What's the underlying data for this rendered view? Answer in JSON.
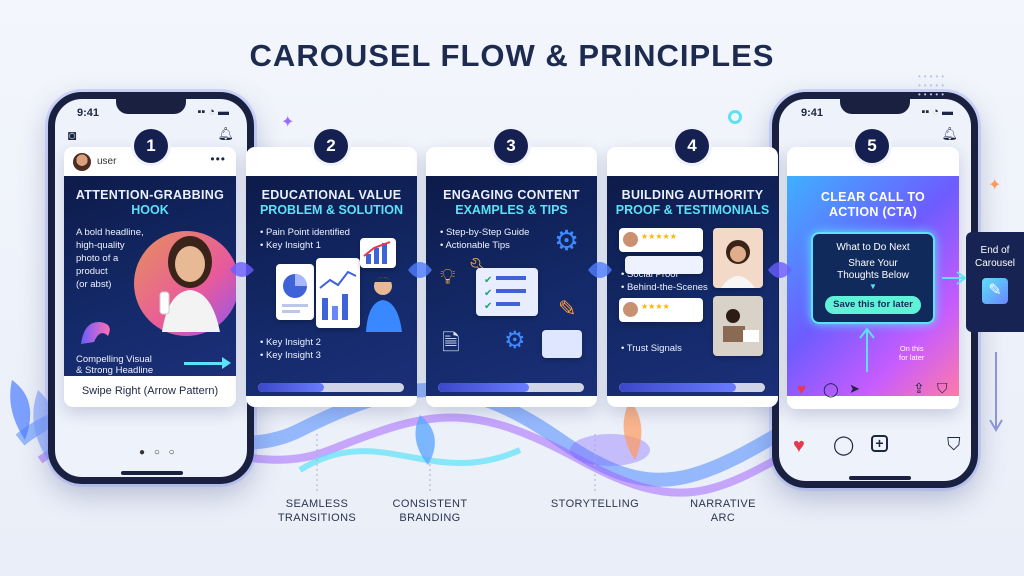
{
  "title": "CAROUSEL FLOW & PRINCIPLES",
  "colors": {
    "navy": "#152050",
    "cyan": "#5ce1f7",
    "bg": "#eef2fa"
  },
  "steps": [
    {
      "num": "1",
      "user": "user",
      "line1": "ATTENTION-GRABBING",
      "line2": "HOOK",
      "desc": [
        "A bold headline,",
        "high-quality",
        "photo of a",
        "product",
        "(or abst)"
      ],
      "bottom": [
        "Compelling Visual",
        "& Strong Headline"
      ],
      "footer": "Swipe Right (Arrow Pattern)"
    },
    {
      "num": "2",
      "line1": "EDUCATIONAL VALUE",
      "line2": "PROBLEM & SOLUTION",
      "bullets": [
        "Pain Point identified",
        "Key Insight 1"
      ],
      "bullets2": [
        "Key Insight 2",
        "Key Insight 3"
      ],
      "progress": 0.45
    },
    {
      "num": "3",
      "line1": "ENGAGING CONTENT",
      "line2": "EXAMPLES & TIPS",
      "bullets": [
        "Step-by-Step Guide",
        "Actionable Tips"
      ],
      "progress": 0.62
    },
    {
      "num": "4",
      "line1": "BUILDING AUTHORITY",
      "line2": "PROOF & TESTIMONIALS",
      "bullets": [
        "Social Proof",
        "Behind-the-Scenes"
      ],
      "trust": "Trust Signals",
      "progress": 0.8
    },
    {
      "num": "5",
      "line1": "CLEAR CALL TO",
      "line2": "ACTION (CTA)",
      "cta_title": "What to Do Next",
      "cta_sub": [
        "Share Your",
        "Thoughts Below"
      ],
      "cta_button": "Save this for later",
      "note": [
        "On this",
        "for later"
      ]
    }
  ],
  "end_card": [
    "End of",
    "Carousel"
  ],
  "principles": [
    [
      "SEAMLESS",
      "TRANSITIONS"
    ],
    [
      "CONSISTENT",
      "BRANDING"
    ],
    [
      "STORYTELLING"
    ],
    [
      "NARRATIVE",
      "ARC"
    ]
  ]
}
